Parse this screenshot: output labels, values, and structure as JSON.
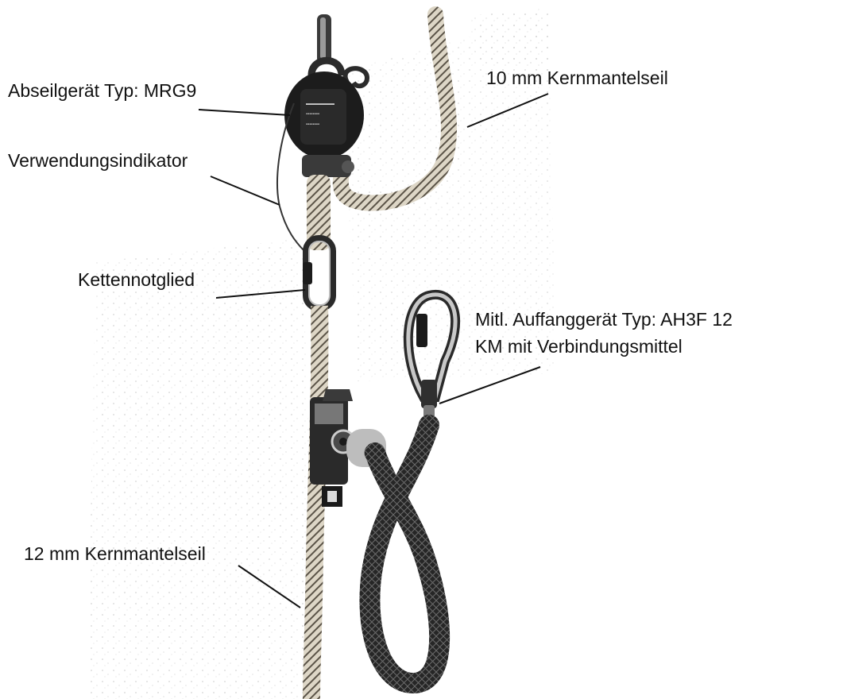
{
  "labels": {
    "abseilgeraet": "Abseilgerät Typ: MRG9",
    "kernmantelseil_10": "10 mm Kernmantelseil",
    "verwendungsindikator": "Verwendungsindikator",
    "kettennotglied": "Kettennotglied",
    "auffanggeraet_line1": "Mitl. Auffanggerät Typ: AH3F 12",
    "auffanggeraet_line2": "KM mit Verbindungsmittel",
    "kernmantelseil_12": "12 mm Kernmantelseil"
  },
  "colors": {
    "ink": "#111111",
    "rope": "#d9d2c2",
    "rope_pattern": "#5a5347",
    "metal": "#9a9a9a",
    "device": "#1c1c1c",
    "lanyard": "#2a2a2a",
    "background_speckle": "#e4e4e4"
  },
  "icons": [
    "descender-device",
    "carabiner",
    "rope-grab",
    "chain-link"
  ]
}
